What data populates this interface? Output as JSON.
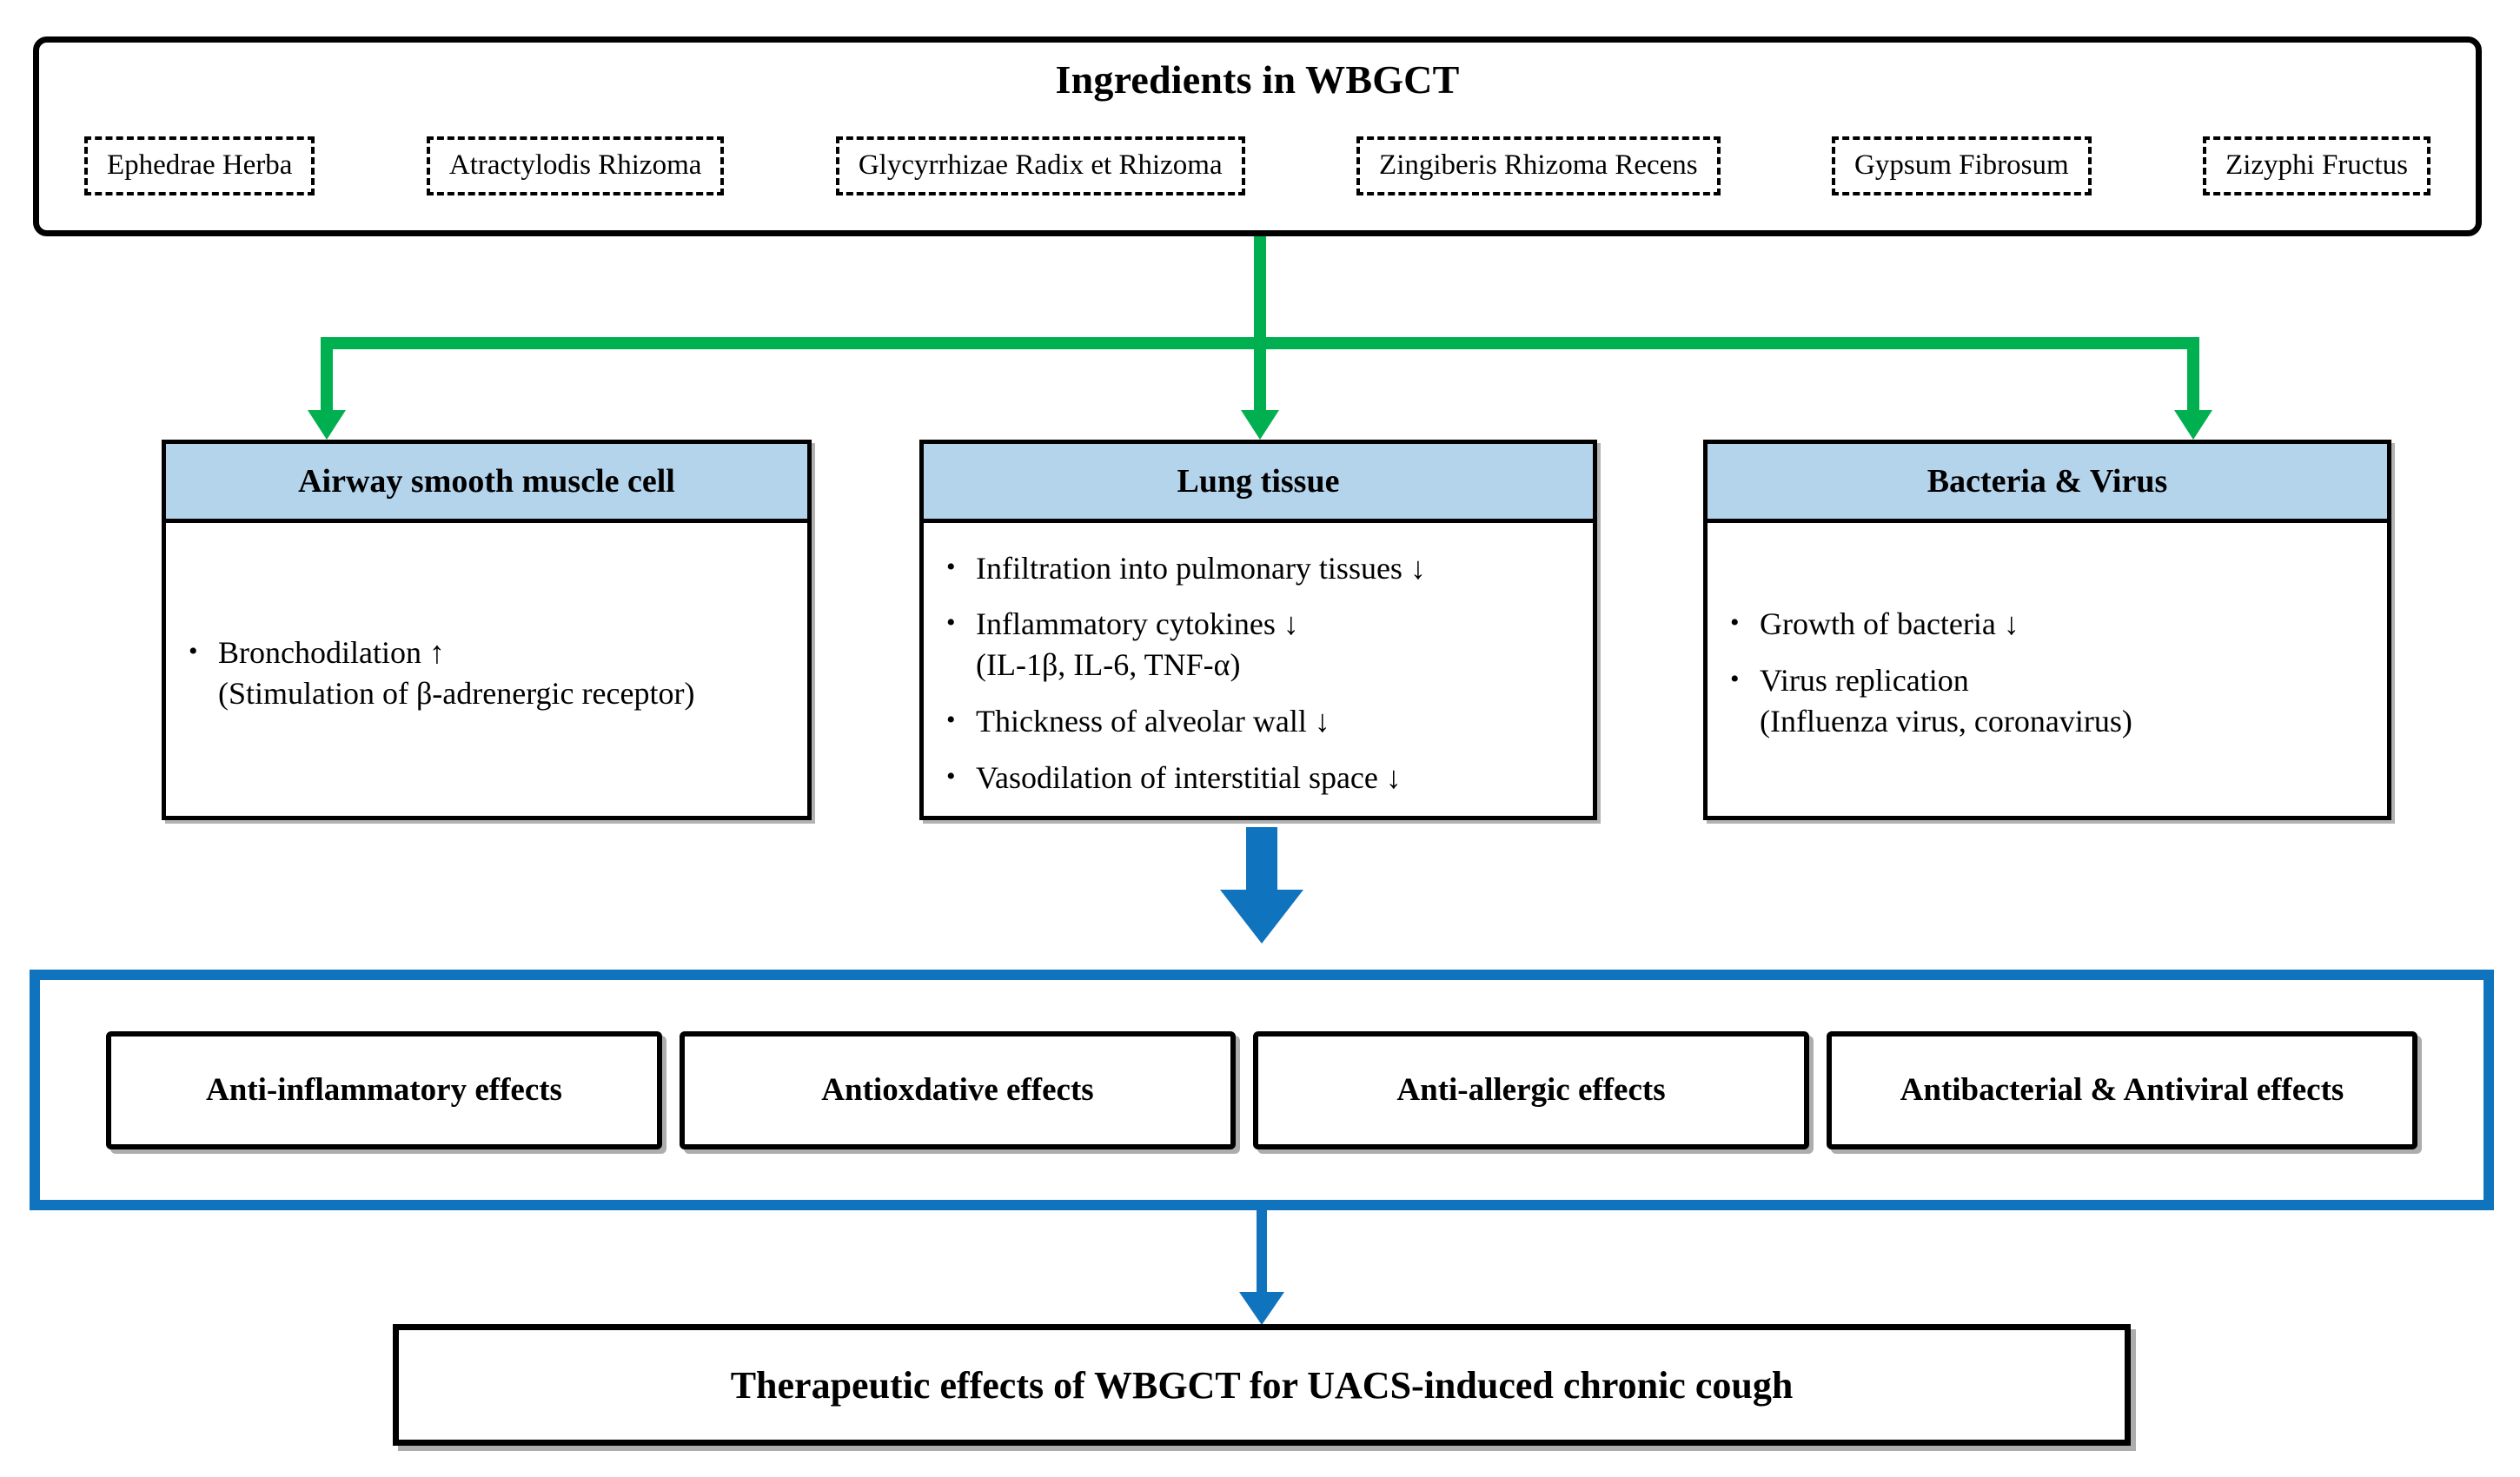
{
  "ingredients_panel": {
    "title": "Ingredients in WBGCT",
    "items": [
      {
        "label": "Ephedrae Herba"
      },
      {
        "label": "Atractylodis Rhizoma"
      },
      {
        "label": "Glycyrrhizae Radix et Rhizoma"
      },
      {
        "label": "Zingiberis Rhizoma Recens"
      },
      {
        "label": "Gypsum Fibrosum"
      },
      {
        "label": "Zizyphi Fructus"
      }
    ]
  },
  "targets": [
    {
      "header": "Airway smooth muscle cell",
      "bullets": [
        {
          "main": "Bronchodilation ↑",
          "sub": "(Stimulation of β-adrenergic receptor)"
        }
      ]
    },
    {
      "header": "Lung tissue",
      "bullets": [
        {
          "main": "Infiltration into pulmonary tissues ↓",
          "sub": ""
        },
        {
          "main": "Inflammatory cytokines ↓",
          "sub": "(IL-1β, IL-6, TNF-α)"
        },
        {
          "main": "Thickness of alveolar wall ↓",
          "sub": ""
        },
        {
          "main": "Vasodilation of interstitial space ↓",
          "sub": ""
        }
      ]
    },
    {
      "header": "Bacteria & Virus",
      "bullets": [
        {
          "main": "Growth of bacteria ↓",
          "sub": ""
        },
        {
          "main": "Virus replication",
          "sub": "(Influenza virus, coronavirus)"
        }
      ]
    }
  ],
  "effects": [
    {
      "label": "Anti-inflammatory effects"
    },
    {
      "label": "Antioxdative effects"
    },
    {
      "label": "Anti-allergic effects"
    },
    {
      "label": "Antibacterial & Antiviral effects"
    }
  ],
  "conclusion": {
    "label": "Therapeutic effects of WBGCT for UACS-induced chronic cough"
  },
  "colors": {
    "green_connector": "#00b050",
    "blue_accent": "#0f73bd",
    "header_fill": "#b4d4ec",
    "outline": "#000000"
  },
  "bullet_symbol": "•"
}
